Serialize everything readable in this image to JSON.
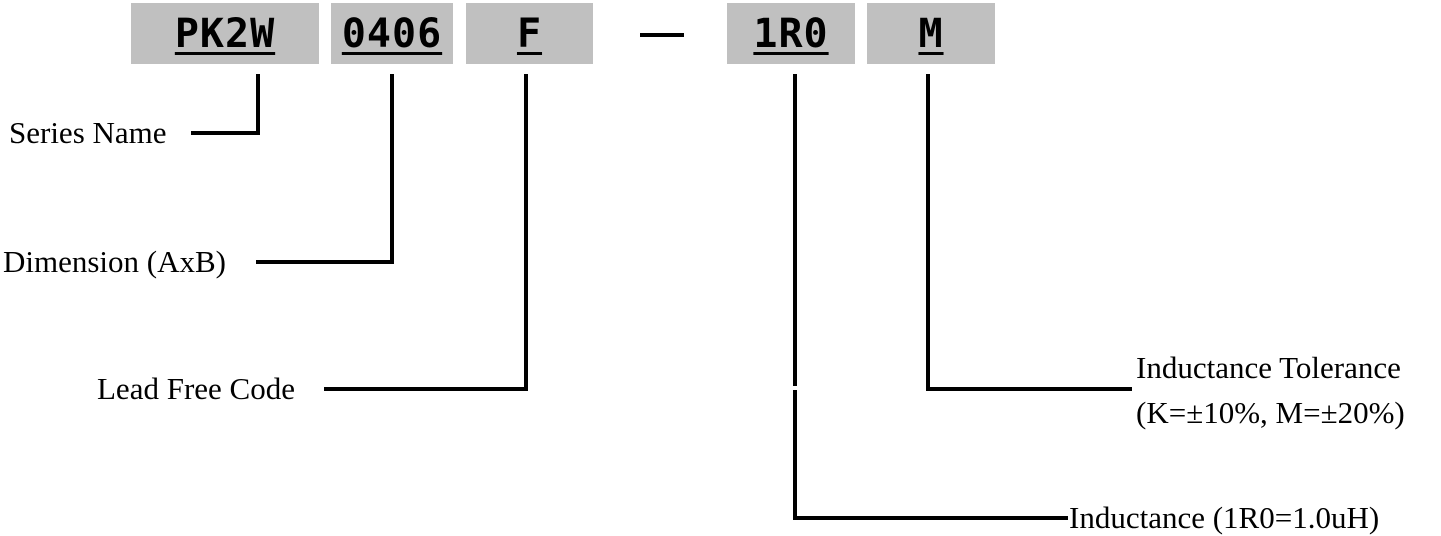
{
  "code_segments": {
    "series": "PK2W",
    "dimension": "0406",
    "lead_free": "F",
    "separator": "—",
    "inductance": "1R0",
    "tolerance": "M"
  },
  "labels": {
    "series_name": "Series Name",
    "dimension": "Dimension (AxB)",
    "lead_free_code": "Lead Free Code",
    "inductance_tolerance_line1": "Inductance Tolerance",
    "inductance_tolerance_line2": "(K=±10%, M=±20%)",
    "inductance": "Inductance (1R0=1.0uH)"
  },
  "colors": {
    "box_fill": "#c0c0c0",
    "line": "#000000",
    "background": "#ffffff"
  }
}
